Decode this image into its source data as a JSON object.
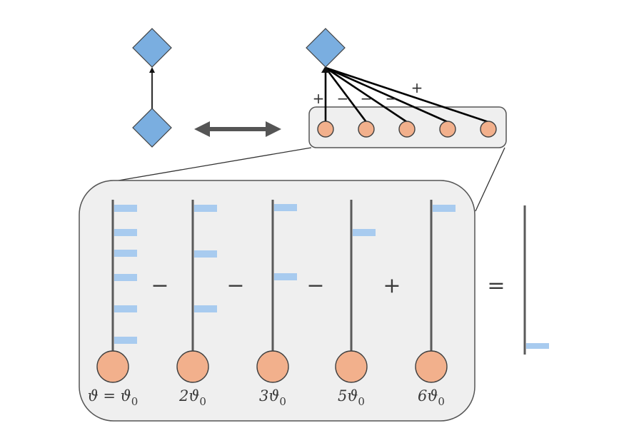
{
  "diagram": {
    "title": "",
    "colors": {
      "diamond": "#7aaee0",
      "node": "#f2b08c",
      "bar": "#a8cbef",
      "box": "#efefef",
      "arrow": "#555555"
    },
    "left_graph": {
      "nodes": [
        "diamond-top",
        "diamond-bottom"
      ],
      "edge": "bottom-to-top"
    },
    "equivalence_arrow": "double-headed",
    "right_graph": {
      "target": "diamond",
      "sources_count": 5,
      "edge_signs": [
        "+",
        "−",
        "−",
        "−",
        "+"
      ]
    },
    "expansion": {
      "columns": [
        {
          "label": "ϑ = ϑ₀",
          "label_main": "ϑ = ϑ",
          "label_sub": "0",
          "bars": 6
        },
        {
          "label": "2ϑ₀",
          "label_main": "2ϑ",
          "label_sub": "0",
          "bars": 3
        },
        {
          "label": "3ϑ₀",
          "label_main": "3ϑ",
          "label_sub": "0",
          "bars": 2
        },
        {
          "label": "5ϑ₀",
          "label_main": "5ϑ",
          "label_sub": "0",
          "bars": 1
        },
        {
          "label": "6ϑ₀",
          "label_main": "6ϑ",
          "label_sub": "0",
          "bars": 1
        }
      ],
      "operators": [
        "−",
        "−",
        "−",
        "+"
      ],
      "equals": "=",
      "result_bars": 1
    }
  }
}
